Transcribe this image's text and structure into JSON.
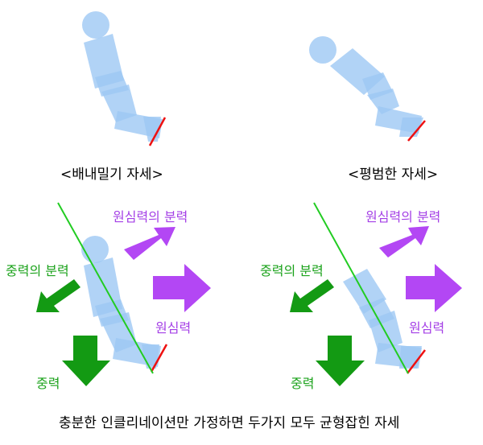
{
  "figures": {
    "left": {
      "caption": "<배내밀기 자세>"
    },
    "right": {
      "caption": "<평범한 자세>"
    }
  },
  "forces": {
    "centrifugal_component": "원심력의 분력",
    "gravity_component": "중력의 분력",
    "centrifugal": "원심력",
    "gravity": "중력"
  },
  "bottom_caption": "충분한 인클리네이션만 가정하면 두가지 모두 균형잡힌 자세",
  "colors": {
    "body": "#9ec8f4",
    "blade": "#ee1111",
    "purple": "#b347f4",
    "green": "#139a13",
    "purple_text": "#a43fe6",
    "green_text": "#1aa21a"
  }
}
